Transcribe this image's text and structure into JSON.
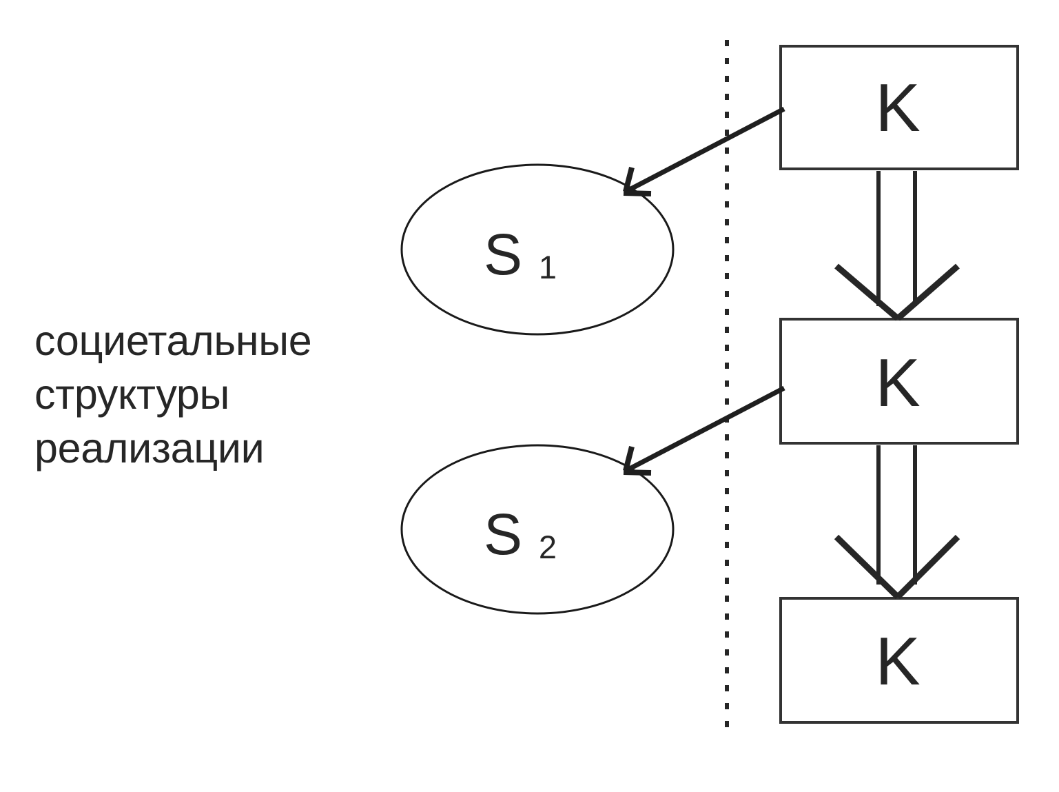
{
  "diagram": {
    "caption": {
      "lines": [
        "социетальные",
        "структуры",
        "реализации"
      ],
      "text": "социетальные\nструктуры\nреализации"
    },
    "ellipses": [
      {
        "id": "s1",
        "label": "S",
        "subscript": "1"
      },
      {
        "id": "s2",
        "label": "S",
        "subscript": "2"
      }
    ],
    "boxes": [
      {
        "id": "k-top",
        "label": "K"
      },
      {
        "id": "k-middle",
        "label": "K"
      },
      {
        "id": "k-bottom",
        "label": "K"
      }
    ],
    "connectors": [
      {
        "id": "k-top-to-s1",
        "kind": "single-arrow",
        "from": "k-top",
        "to": "s1"
      },
      {
        "id": "k-middle-to-s2",
        "kind": "single-arrow",
        "from": "k-middle",
        "to": "s2"
      },
      {
        "id": "k-top-to-k-middle",
        "kind": "double-line-arrow",
        "from": "k-top",
        "to": "k-middle"
      },
      {
        "id": "k-middle-to-k-bottom",
        "kind": "double-line-arrow",
        "from": "k-middle",
        "to": "k-bottom"
      }
    ],
    "divider": {
      "id": "vertical-dotted-divider",
      "style": "dotted"
    },
    "colors": {
      "background": "#ffffff",
      "stroke": "#262626",
      "text": "#262626"
    }
  }
}
